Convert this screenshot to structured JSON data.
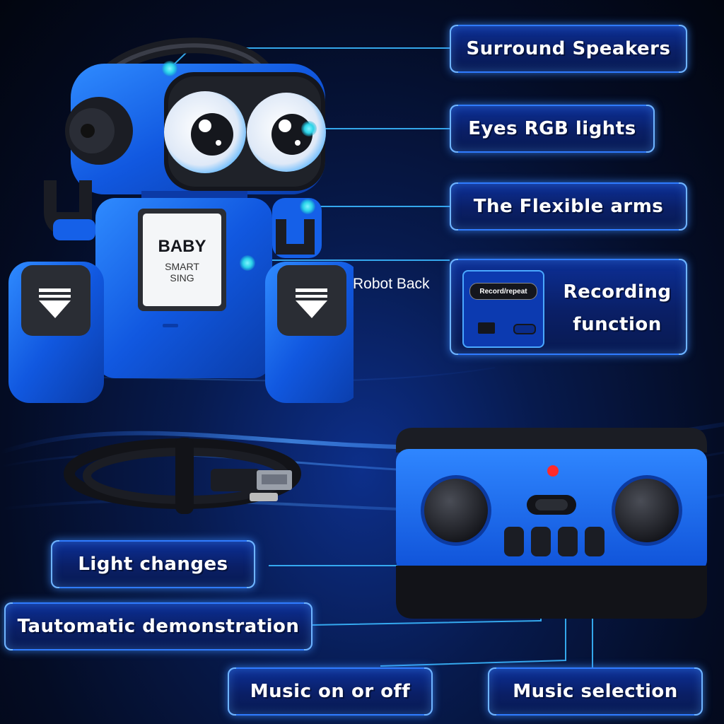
{
  "labels": {
    "surround_speakers": "Surround Speakers",
    "eyes_rgb": "Eyes RGB lights",
    "flexible_arms": "The Flexible arms",
    "recording": "Recording function",
    "light_changes": "Light changes",
    "auto_demo": "Tautomatic demonstration",
    "music_on_off": "Music on or off",
    "music_selection": "Music selection"
  },
  "robot_back_caption": "Robot Back",
  "record_button_text": "Record/repeat",
  "robot_screen": {
    "line1": "BABY",
    "line2": "SMART",
    "line3": "SING"
  },
  "colors": {
    "accent": "#2f7bff",
    "robot_blue": "#1560e8",
    "cyan_dot": "#2bd4e8"
  }
}
